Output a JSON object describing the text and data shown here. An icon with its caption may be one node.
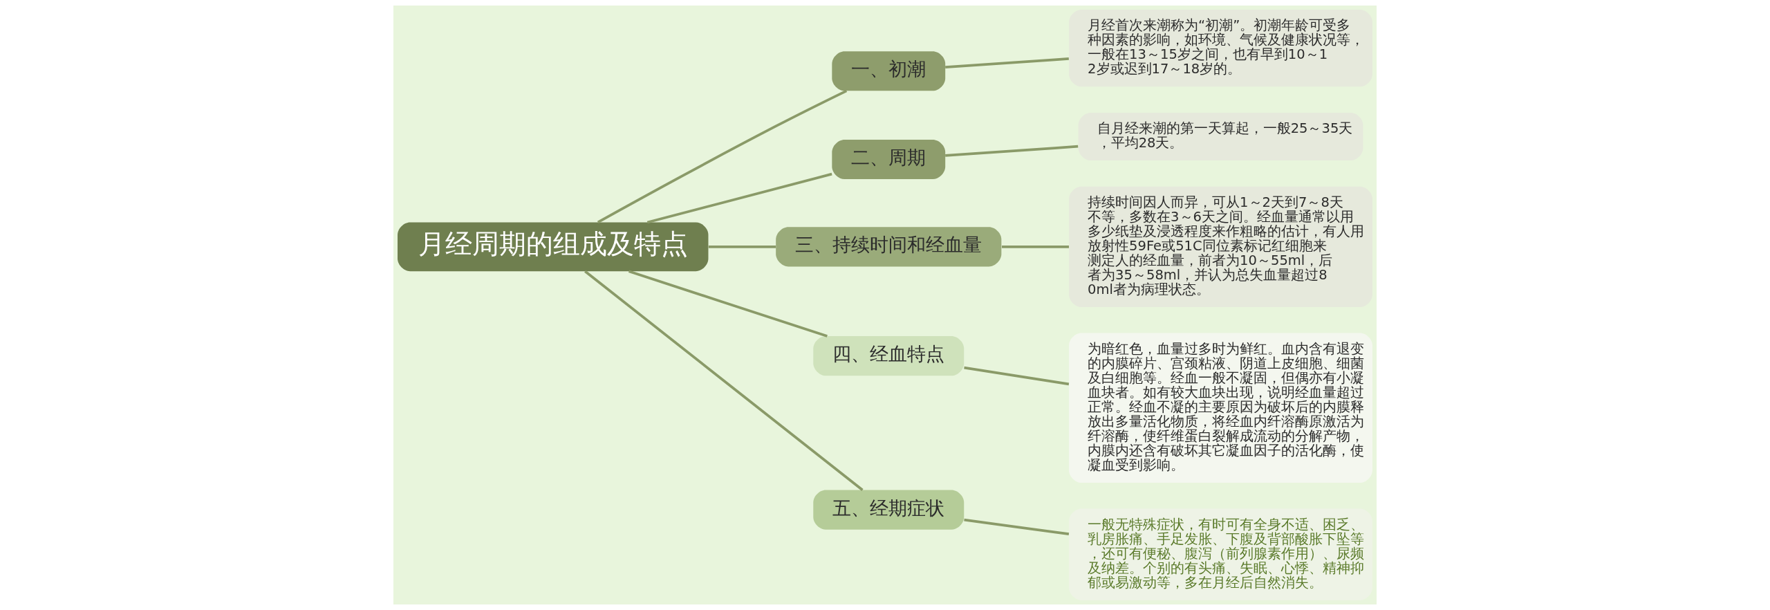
{
  "diagram": {
    "nodes": [
      {
        "text": [
          "月经周期的组成及特点"
        ]
      },
      {
        "text": [
          "一、初潮"
        ]
      },
      {
        "text": [
          "月经首次来潮称为“初潮”。初潮年龄可受多种因素的影响，如环境、气候及健康状况等，一般在13～15岁之间，也有早到10～12岁或迟到17～18岁的。"
        ]
      },
      {
        "text": [
          "二、周期"
        ]
      },
      {
        "text": [
          "自月经来潮的第一天算起，一般25～35天，平均28天。"
        ]
      },
      {
        "text": [
          "三、持续时间和经血量"
        ]
      },
      {
        "text": [
          "持续时间因人而异，可从1～2天到7～8天不等，多数在3～6天之间。经血量通常以用多少纸垫及浸透程度来作粗略的估计，有人用放射性59Fe或51C同位素标记红细胞来测定人的经血量，前者为10～55ml，后者为35～58ml，并认为总失血量超过80ml者为病理状态。"
        ]
      },
      {
        "text": [
          "四、经血特点"
        ]
      },
      {
        "text": [
          "为暗红色，血量过多时为鲜红。血内含有退变的内膜碎片、宫颈粘液、阴道上皮细胞、细菌及白细胞等。经血一般不凝固，但偶亦有小凝血块者。如有较大血块出现，说明经血量超过正常。经血不凝的主要原因为破坏后的内膜释放出多量活化物质，将经血内纤溶酶原激活为纤溶酶，使纤维蛋白裂解成流动的分解产物，内膜内还含有破坏其它凝血因子的活化酶，使凝血受到影响。"
        ]
      },
      {
        "text": [
          "五、经期症状"
        ]
      },
      {
        "text": [
          "一般无特殊症状，有时可有全身不适、困乏、乳房胀痛、手足发胀、下腹及背部酸胀下坠等，还可有便秘、腹泻（前列腺素作用）、尿频及纳差。个别的有头痛、失眠、心悸、精神抑郁或易激动等，多在月经后自然消失。"
        ]
      }
    ],
    "edges": [
      {
        "from": 0,
        "to": 1,
        "arrow": "none"
      },
      {
        "from": 1,
        "to": 2,
        "arrow": "none"
      },
      {
        "from": 0,
        "to": 3,
        "arrow": "none"
      },
      {
        "from": 3,
        "to": 4,
        "arrow": "none"
      },
      {
        "from": 0,
        "to": 5,
        "arrow": "none"
      },
      {
        "from": 5,
        "to": 6,
        "arrow": "none"
      },
      {
        "from": 0,
        "to": 7,
        "arrow": "none"
      },
      {
        "from": 7,
        "to": 8,
        "arrow": "none"
      },
      {
        "from": 0,
        "to": 9,
        "arrow": "none"
      },
      {
        "from": 9,
        "to": 10,
        "arrow": "none"
      }
    ]
  }
}
